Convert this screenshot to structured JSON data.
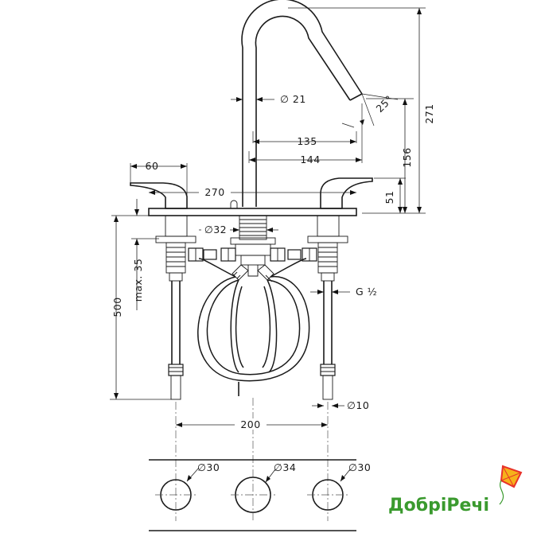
{
  "dimensions": {
    "spout_diameter": "∅ 21",
    "spout_angle": "25°",
    "reach_inner": "135",
    "reach_outer": "144",
    "handle_width": "60",
    "total_height": "271",
    "spout_outlet_height": "156",
    "handle_height": "51",
    "deck_spread": "270",
    "shank_diameter": "∅32",
    "max_deck_thickness": "max. 35",
    "connection_thread": "G ½",
    "hose_length": "500",
    "supply_pipe_diameter": "∅10",
    "valve_spacing": "200",
    "hole_left_diameter": "∅30",
    "hole_center_diameter": "∅34",
    "hole_right_diameter": "∅30"
  },
  "logo": {
    "text": "ДобріРечі",
    "text_color": "#3a9a2e",
    "kite_colors": [
      "#e8322a",
      "#f6b21a",
      "#3a9a2e"
    ]
  }
}
